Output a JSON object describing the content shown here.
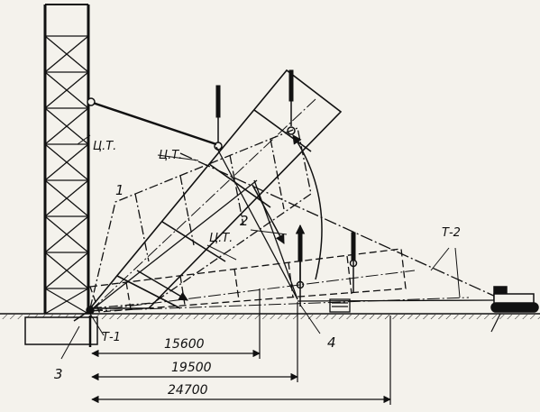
{
  "labels": {
    "ct": "Ц.Т.",
    "num1": "1",
    "num2": "2",
    "num3": "3",
    "num4": "4",
    "t1": "Т-1",
    "t2": "Т-2"
  },
  "dimensions": {
    "d1": "15600",
    "d2": "19500",
    "d3": "24700"
  }
}
